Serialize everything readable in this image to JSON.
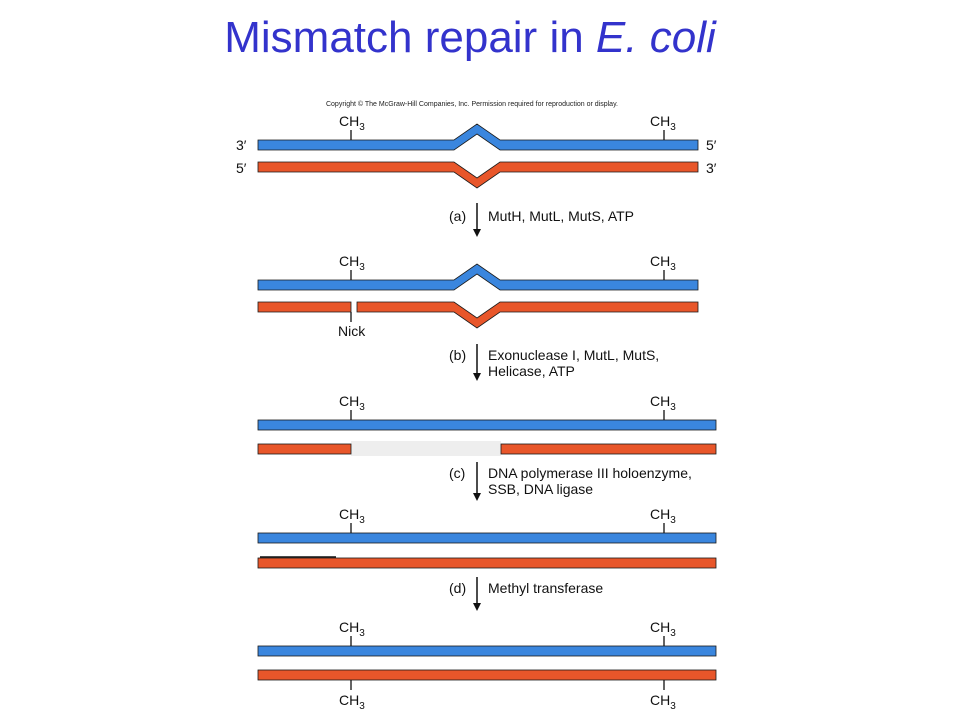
{
  "title": {
    "main": "Mismatch repair in ",
    "italic": "E. coli"
  },
  "copyright": "Copyright © The McGraw-Hill Companies, Inc. Permission required for reproduction or display.",
  "colors": {
    "title": "#3333cc",
    "top_strand": "#3a86de",
    "bottom_strand": "#e8562a",
    "gap": "#eeeeee"
  },
  "methyl": {
    "ch": "CH",
    "sub": "3"
  },
  "ends": {
    "left_top": "3′",
    "right_top": "5′",
    "left_bottom": "5′",
    "right_bottom": "3′"
  },
  "nick_label": "Nick",
  "steps": [
    {
      "letter": "(a)",
      "lines": [
        "MutH, MutL, MutS, ATP"
      ]
    },
    {
      "letter": "(b)",
      "lines": [
        "Exonuclease I, MutL, MutS,",
        "Helicase, ATP"
      ]
    },
    {
      "letter": "(c)",
      "lines": [
        "DNA polymerase III holoenzyme,",
        "SSB, DNA ligase"
      ]
    },
    {
      "letter": "(d)",
      "lines": [
        "Methyl transferase"
      ]
    }
  ]
}
